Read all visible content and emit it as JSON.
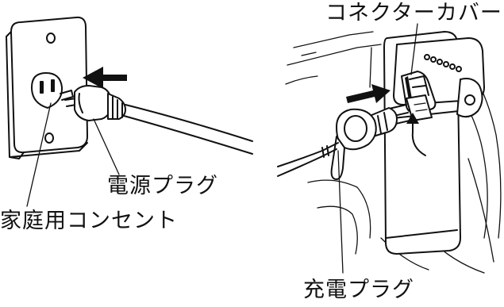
{
  "labels": {
    "power_plug": "電源プラグ",
    "wall_outlet": "家庭用コンセント",
    "connector_cover": "コネクターカバー",
    "charging_plug": "充電プラグ"
  }
}
